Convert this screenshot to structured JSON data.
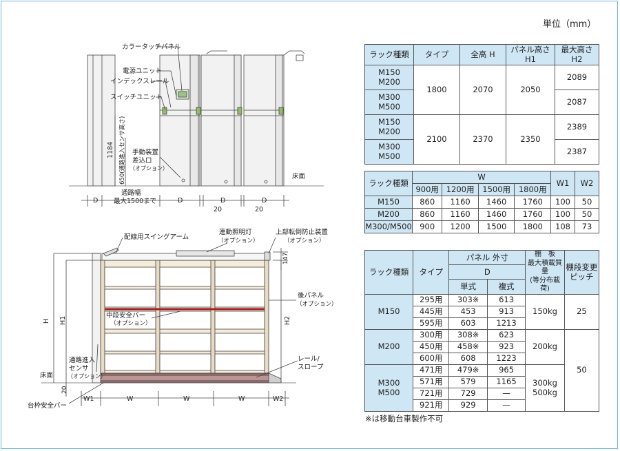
{
  "unit_label": "単位（mm）",
  "front_view": {
    "labels": {
      "color_touch_panel": "カラータッチパネル",
      "power_unit": "電源ユニット",
      "index_rail": "インデックスレール",
      "switch_unit": "スイッチユニット",
      "manual_device": "手動装置",
      "insert_port": "差込口",
      "option": "（オプション）",
      "floor": "床面",
      "aisle_width": "通路幅",
      "max_1500": "最大1500まで",
      "dim_1184": "1184",
      "dim_650": "650(通路進入センサ高さ)",
      "dim_D": "D",
      "dim_20": "20"
    }
  },
  "side_view": {
    "labels": {
      "swing_arm": "配線用スイングアーム",
      "linked_light": "連動照明灯",
      "linked_light_option": "（オプション）",
      "top_anti_tip": "上部転倒防止装置",
      "top_anti_tip_option": "（オプション）",
      "dim_147": "147",
      "rear_panel": "後パネル",
      "rear_panel_option": "（オプション）",
      "middle_bar": "中段安全バー",
      "middle_bar_option": "（オプション）",
      "H": "H",
      "H1": "H1",
      "H2": "H2",
      "aisle_sensor_1": "通路進入",
      "aisle_sensor_2": "センサ",
      "aisle_sensor_3": "（オプション）",
      "floor": "床面",
      "rail_slope_1": "レール/",
      "rail_slope_2": "スロープ",
      "dim_20": "20",
      "base_bar": "台枠安全バー",
      "W1": "W1",
      "W": "W",
      "W2": "W2"
    }
  },
  "table1": {
    "headers": [
      "ラック種類",
      "タイプ",
      "全高 H",
      "パネル高さ H1",
      "最大高さ H2"
    ],
    "rows": [
      {
        "rack": "M150\nM200",
        "type": "1800",
        "H": "2070",
        "H1": "2050",
        "H2": "2089"
      },
      {
        "rack": "M300\nM500",
        "type": "",
        "H": "",
        "H1": "",
        "H2": "2087"
      },
      {
        "rack": "M150\nM200",
        "type": "2100",
        "H": "2370",
        "H1": "2350",
        "H2": "2389"
      },
      {
        "rack": "M300\nM500",
        "type": "",
        "H": "",
        "H1": "",
        "H2": "2387"
      }
    ]
  },
  "table2": {
    "header_rack": "ラック種類",
    "header_W": "W",
    "header_W1": "W1",
    "header_W2": "W2",
    "sub_headers": [
      "900用",
      "1200用",
      "1500用",
      "1800用"
    ],
    "rows": [
      {
        "rack": "M150",
        "w": [
          "860",
          "1160",
          "1460",
          "1760"
        ],
        "w1": "100",
        "w2": "50"
      },
      {
        "rack": "M200",
        "w": [
          "860",
          "1160",
          "1460",
          "1760"
        ],
        "w1": "100",
        "w2": "50"
      },
      {
        "rack": "M300/M500",
        "w": [
          "900",
          "1200",
          "1500",
          "1800"
        ],
        "w1": "108",
        "w2": "73"
      }
    ]
  },
  "table3": {
    "header_rack": "ラック種類",
    "header_type": "タイプ",
    "header_panel": "パネル 外寸",
    "header_D": "D",
    "header_single": "単式",
    "header_double": "複式",
    "header_shelf_1": "棚　板",
    "header_shelf_2": "最大積載質量",
    "header_shelf_3": "(等分布載荷)",
    "header_pitch_1": "棚段変更",
    "header_pitch_2": "ピッチ",
    "groups": [
      {
        "rack": "M150",
        "load": "150kg",
        "pitch": "25",
        "rows": [
          [
            "295用",
            "303※",
            "613"
          ],
          [
            "445用",
            "453",
            "913"
          ],
          [
            "595用",
            "603",
            "1213"
          ]
        ]
      },
      {
        "rack": "M200",
        "load": "200kg",
        "pitch": "50",
        "rows": [
          [
            "300用",
            "308※",
            "623"
          ],
          [
            "450用",
            "458※",
            "923"
          ],
          [
            "600用",
            "608",
            "1223"
          ]
        ]
      },
      {
        "rack": "M300\nM500",
        "load": "300kg\n500kg",
        "pitch": "",
        "rows": [
          [
            "471用",
            "479※",
            "965"
          ],
          [
            "571用",
            "579",
            "1165"
          ],
          [
            "721用",
            "729",
            "—"
          ],
          [
            "921用",
            "929",
            "—"
          ]
        ]
      }
    ]
  },
  "note": "※は移動台車製作不可",
  "colors": {
    "border": "#6fb6de",
    "header_fill": "#cfe6f4",
    "shelf_fill": "#f5ecdc",
    "rail_fill": "#8b6a6a",
    "red_bar": "#a32020",
    "switch_green": "#6a9a3a"
  }
}
